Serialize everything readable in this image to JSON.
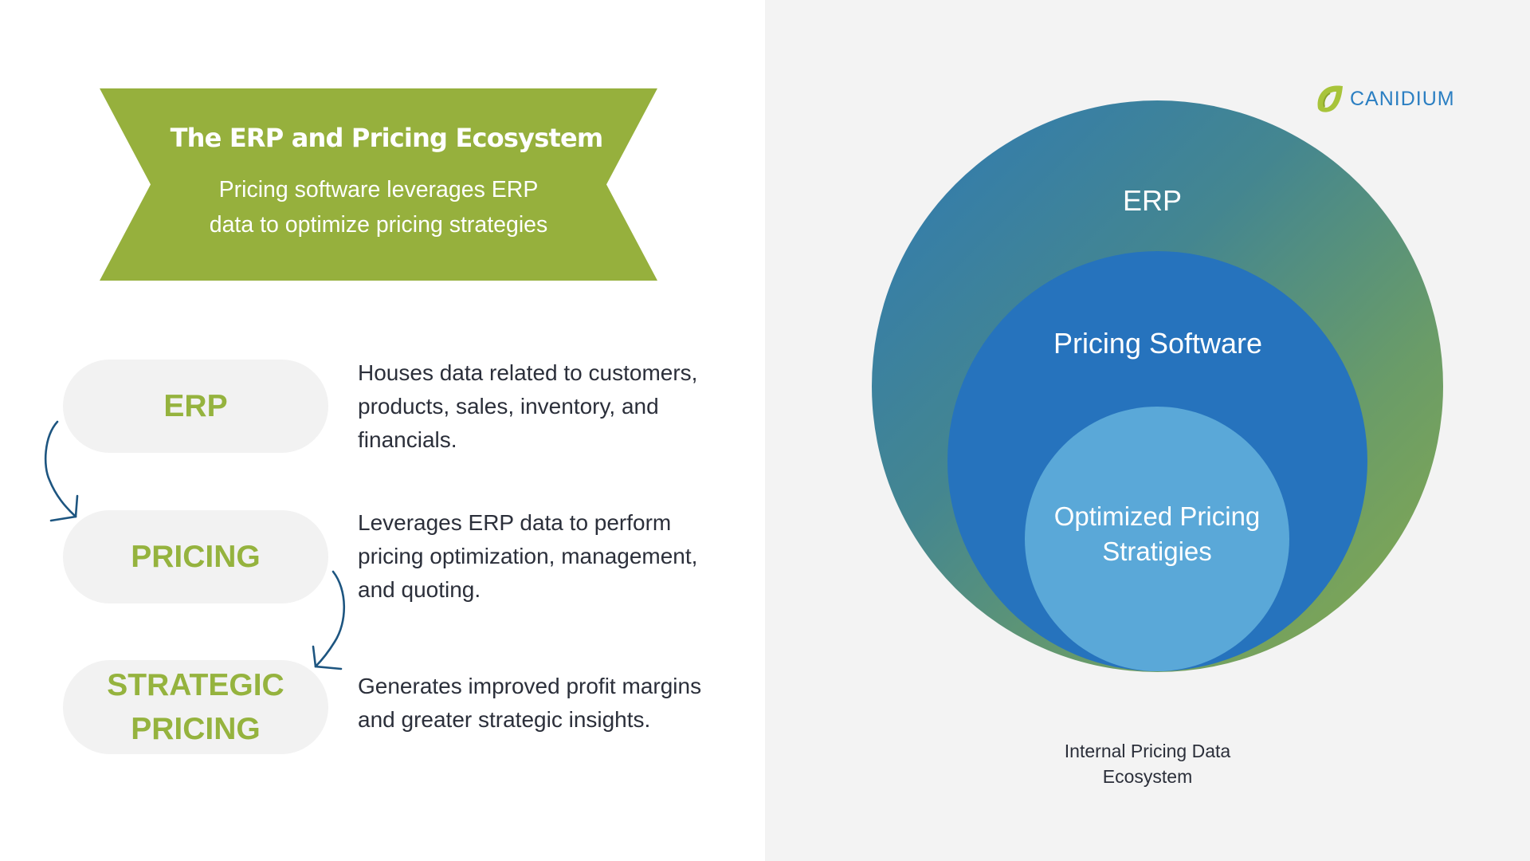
{
  "banner": {
    "title": "The ERP and Pricing Ecosystem",
    "subtitle_line1": "Pricing software leverages ERP",
    "subtitle_line2": "data to optimize pricing strategies",
    "color": "#96b03d"
  },
  "steps": [
    {
      "label": "ERP",
      "description": "Houses data related to customers, products, sales, inventory, and financials."
    },
    {
      "label": "PRICING",
      "description": "Leverages ERP data to perform pricing optimization, management, and quoting."
    },
    {
      "label_line1": "STRATEGIC",
      "label_line2": "PRICING",
      "description": "Generates improved profit margins and greater strategic insights."
    }
  ],
  "arrows": [
    {
      "from": "ERP",
      "to": "PRICING",
      "icon": "curved-arrow-down-icon"
    },
    {
      "from": "PRICING",
      "to": "STRATEGIC PRICING",
      "icon": "curved-arrow-down-icon"
    }
  ],
  "logo": {
    "text": "CANIDIUM",
    "icon": "leaf-logo-icon",
    "text_color": "#2b7fc2",
    "icon_color": "#a8c43a"
  },
  "diagram": {
    "outer": {
      "label": "ERP",
      "colors": [
        "#2f7ab4",
        "#88ab4c"
      ]
    },
    "middle": {
      "label": "Pricing Software",
      "color": "#2673bd"
    },
    "inner": {
      "label_line1": "Optimized Pricing",
      "label_line2": "Stratigies",
      "color": "#5aa8d8"
    },
    "caption_line1": "Internal Pricing Data",
    "caption_line2": "Ecosystem"
  },
  "colors": {
    "accent_green": "#95b33e",
    "arrow_blue": "#1d5580",
    "pill_bg": "#f2f2f2",
    "right_bg": "#f3f3f3",
    "text_dark": "#2b2f3a"
  }
}
